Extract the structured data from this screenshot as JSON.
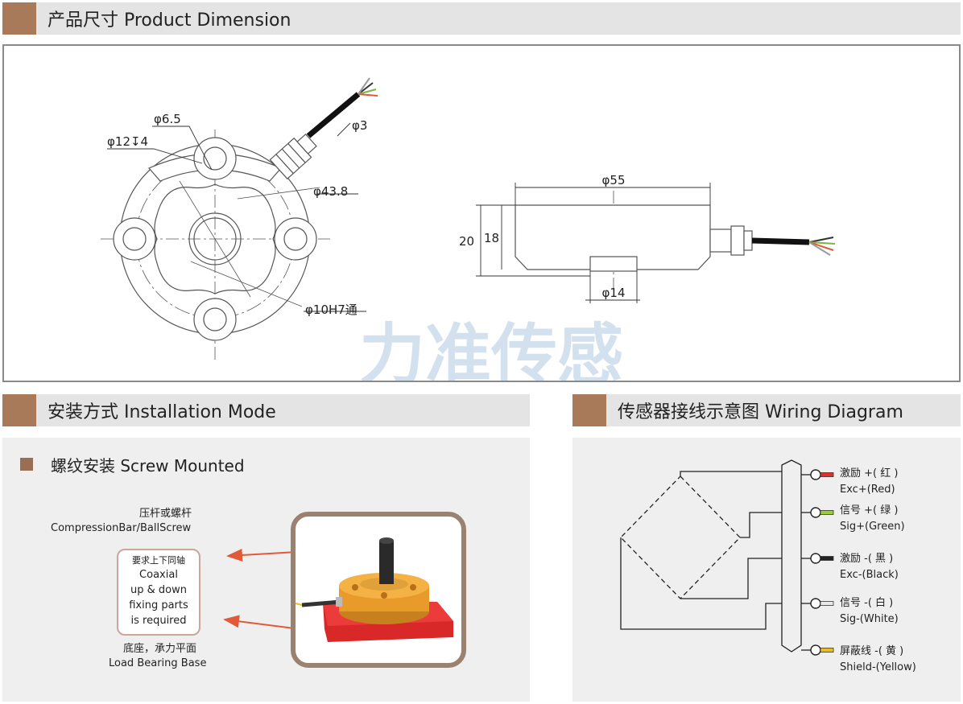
{
  "sections": {
    "dimension_title": "产品尺寸 Product Dimension",
    "installation_title": "安装方式 Installation Mode",
    "wiring_title": "传感器接线示意图 Wiring Diagram"
  },
  "dimensions": {
    "d6_5": "φ6.5",
    "d12": "φ12↧4",
    "d3": "φ3",
    "d43_8": "φ43.8",
    "d10": "φ10H7通",
    "d55": "φ55",
    "h20": "20",
    "h18": "18",
    "d14": "φ14",
    "watermark": "力准传感"
  },
  "installation": {
    "subtitle": "螺纹安装 Screw Mounted",
    "compression_zh": "压杆或螺杆",
    "compression_en": "CompressionBar/BallScrew",
    "note_zh": "要求上下同轴",
    "note_en_1": "Coaxial",
    "note_en_2": "up & down",
    "note_en_3": "fixing parts",
    "note_en_4": "is required",
    "base_zh": "底座，承力平面",
    "base_en": "Load Bearing Base"
  },
  "wiring": {
    "wires": [
      {
        "zh": "激励 +( 红 )",
        "en": "Exc+(Red)",
        "color": "#e0302a"
      },
      {
        "zh": "信号 +( 绿 )",
        "en": "Sig+(Green)",
        "color": "#9acd32"
      },
      {
        "zh": "激励 -( 黑 )",
        "en": "Exc-(Black)",
        "color": "#222222"
      },
      {
        "zh": "信号 -( 白 )",
        "en": "Sig-(White)",
        "color": "#e8e8e8"
      },
      {
        "zh": "屏蔽线 -( 黄 )",
        "en": "Shield-(Yellow)",
        "color": "#e8c020"
      }
    ]
  },
  "colors": {
    "header_tab": "#a87a5a",
    "header_bg": "#e4e4e4",
    "panel_bg": "#efefef",
    "arrow": "#e05a3a",
    "sensor_body": "#f0a830",
    "base": "#e02a2a"
  }
}
